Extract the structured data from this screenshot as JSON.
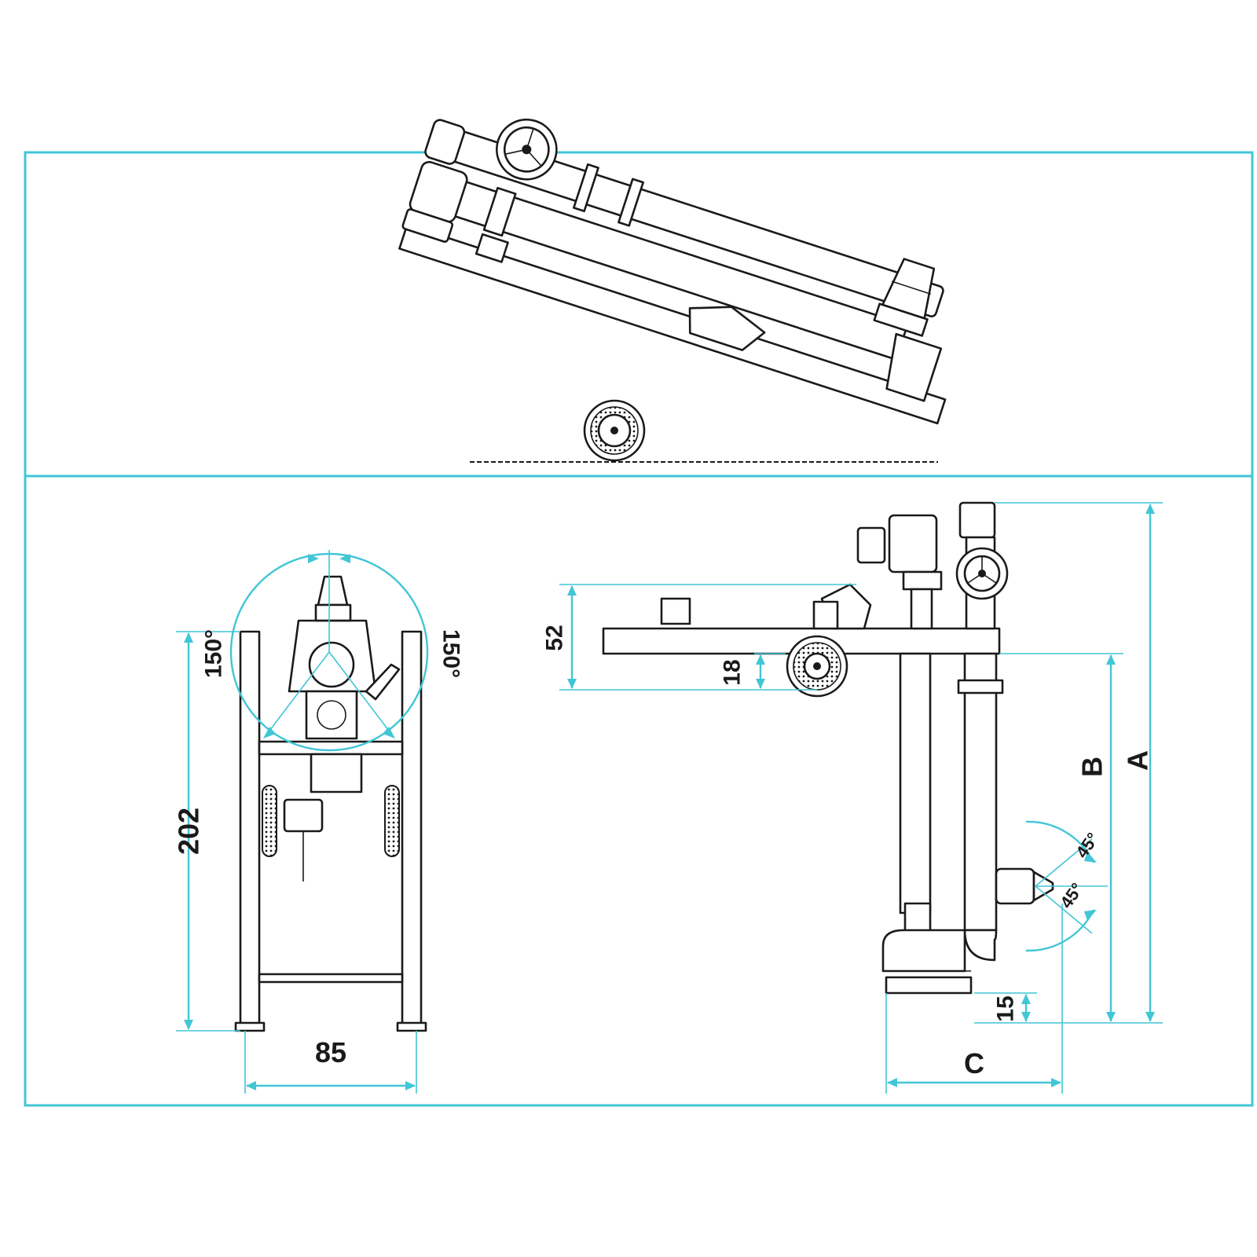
{
  "colors": {
    "dimension": "#41c6d6",
    "machine": "#1a1a1a",
    "background": "#ffffff"
  },
  "panels": {
    "top": {
      "view": "tilted transport position"
    },
    "bottom": {
      "views": [
        "front view",
        "side view"
      ]
    }
  },
  "dimensions": {
    "front": {
      "width": "85",
      "height": "202",
      "angle_left": "150°",
      "angle_right": "150°"
    },
    "side": {
      "height_A": "A",
      "height_B": "B",
      "width_C": "C",
      "arm_height": "52",
      "wheel_height": "18",
      "base_height": "15",
      "angle_upper": "45°",
      "angle_lower": "45°"
    }
  }
}
